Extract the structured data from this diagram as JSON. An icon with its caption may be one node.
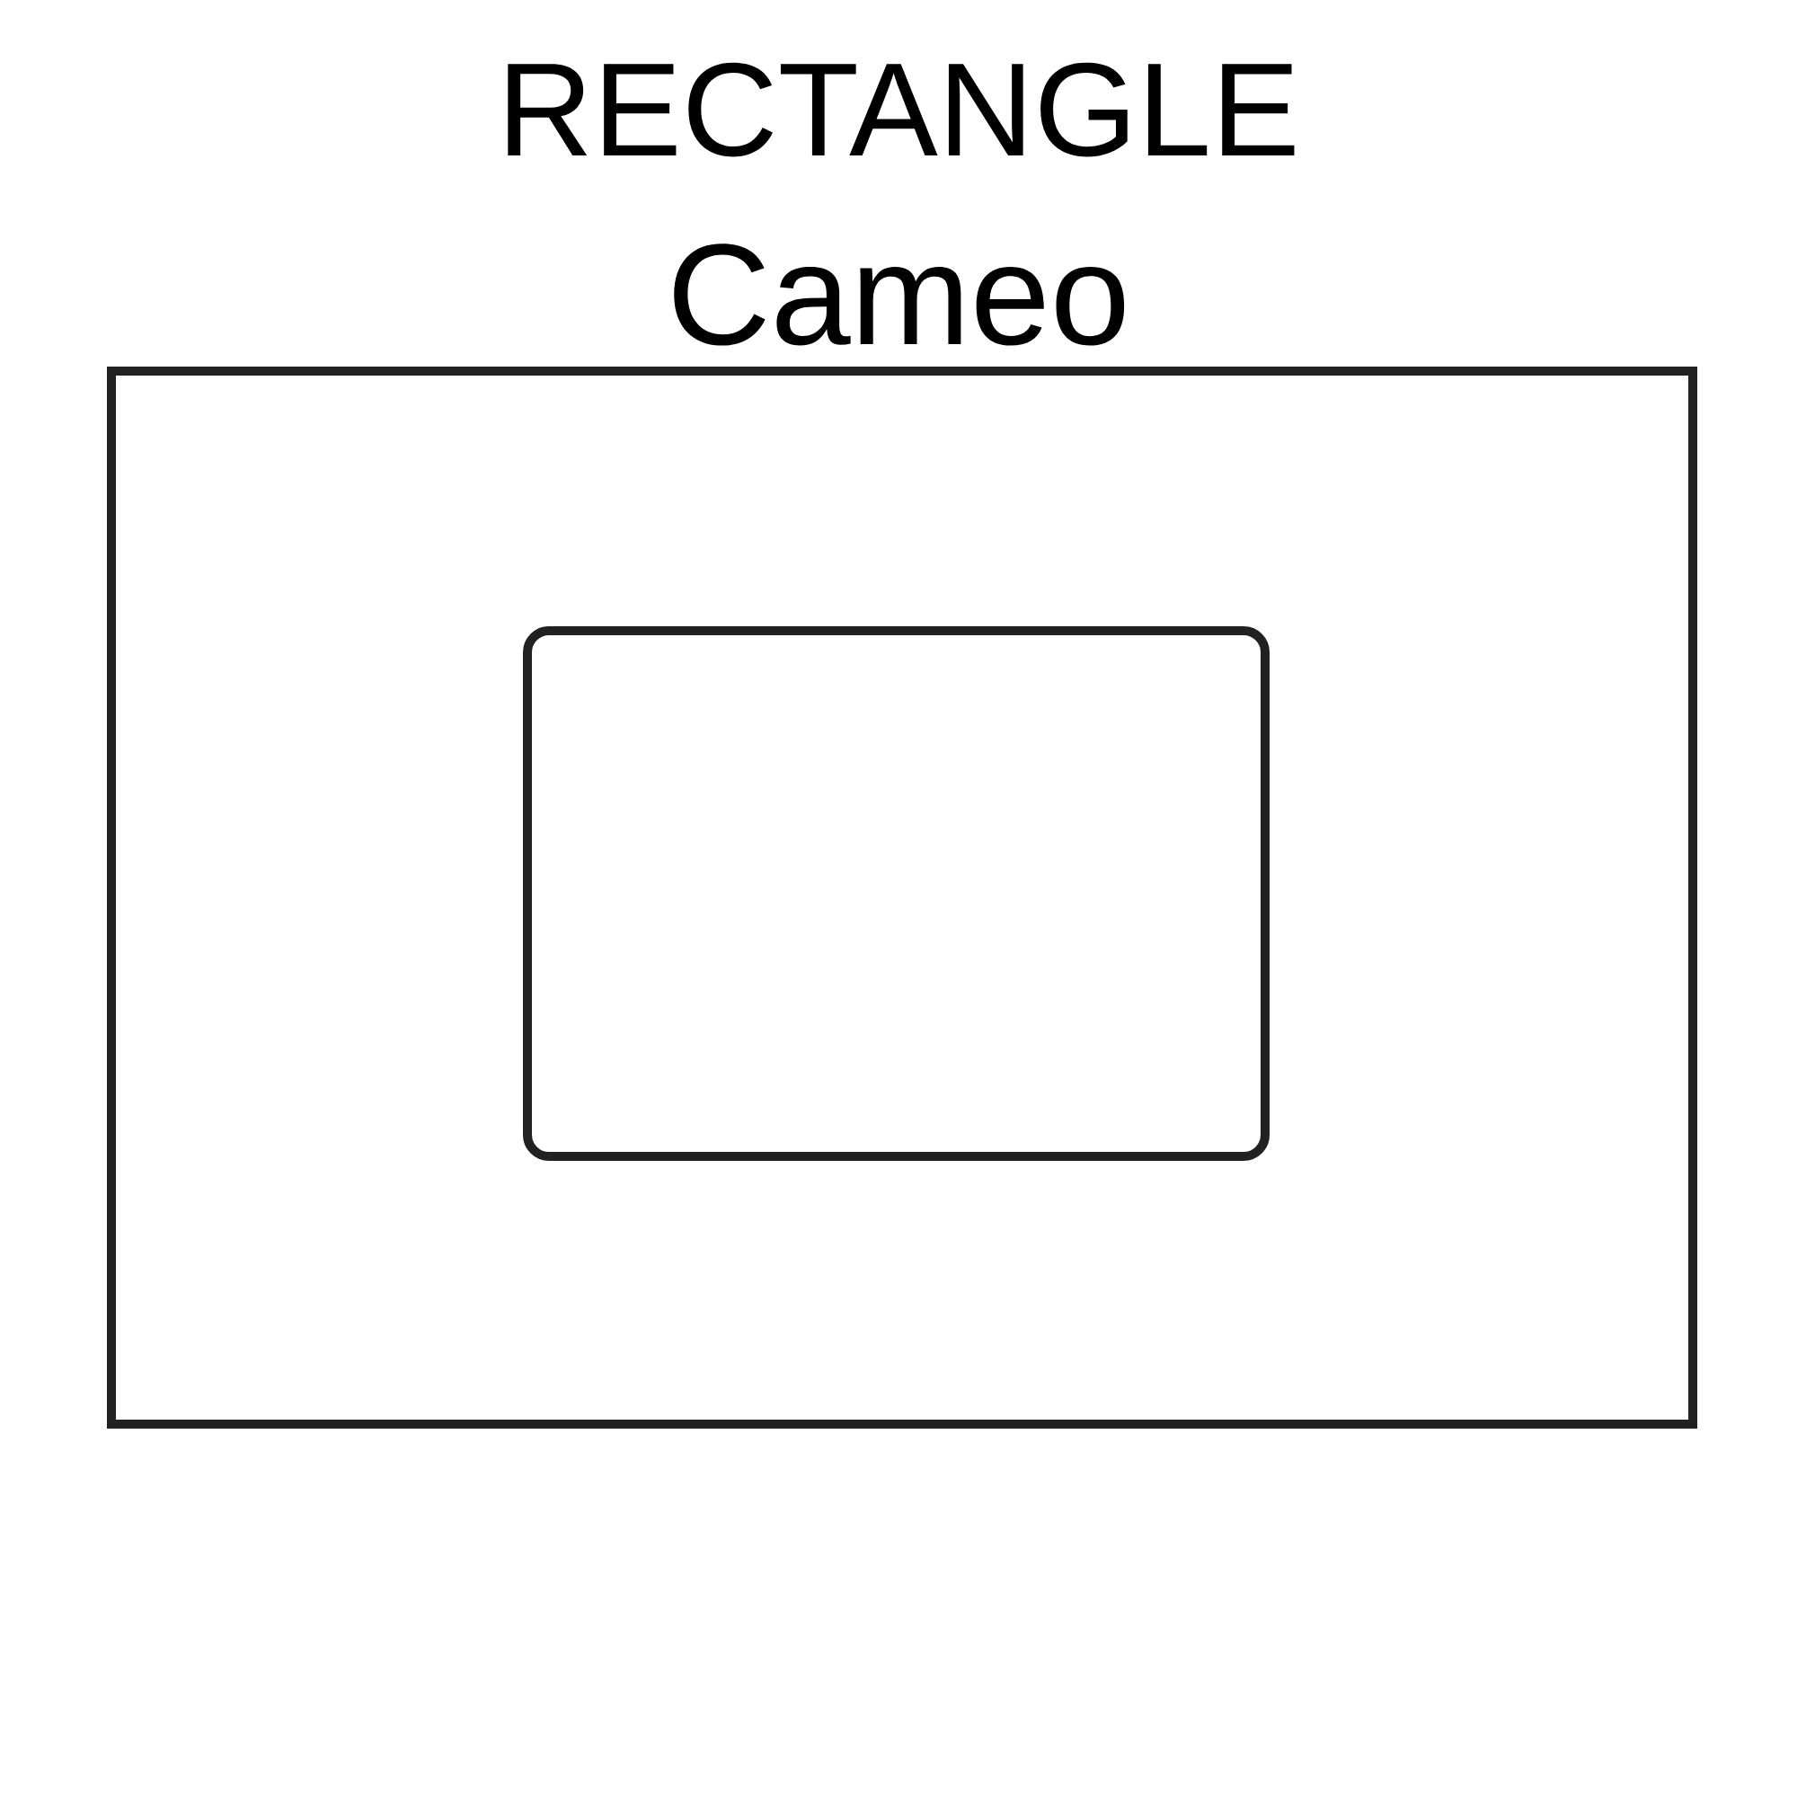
{
  "diagram": {
    "title": "RECTANGLE",
    "nodes": [
      {
        "text": [],
        "shape": "box"
      },
      {
        "text": [],
        "shape": "rounded-box",
        "in": 0
      }
    ],
    "labels": [
      "Cameo"
    ]
  }
}
